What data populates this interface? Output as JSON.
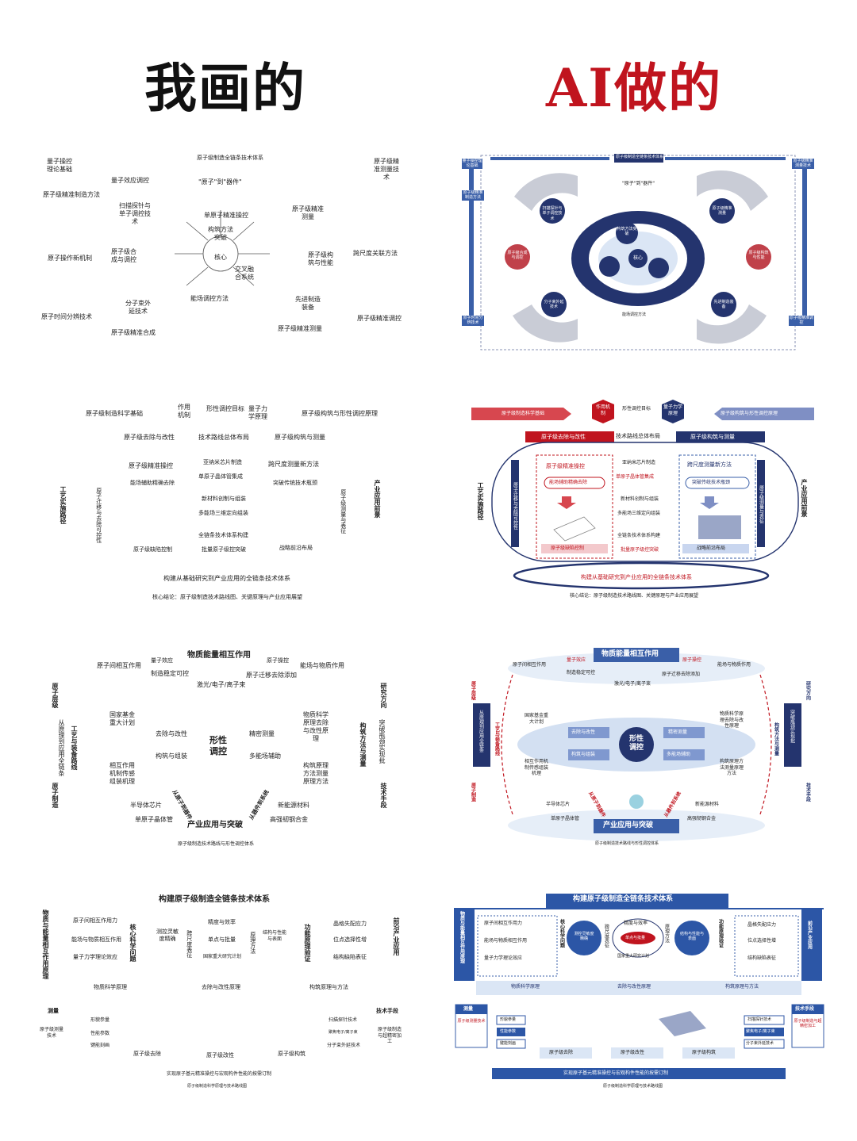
{
  "headers": {
    "left": "我画的",
    "right": "AI做的"
  },
  "colors": {
    "navy": "#24346e",
    "blue": "#3a5fa8",
    "red": "#c0141e",
    "lightblue": "#dbe6f5",
    "grey": "#c9ccd6"
  },
  "p1": {
    "title": "原子级制造全链条技术体系",
    "tl": "量子操控理论基础",
    "tr": "原子级精准测量技术",
    "l1": "原子级精准制造方法",
    "l2": "原子操作新机制",
    "l3": "原子时间分辨技术",
    "r1": "原子级精准测量",
    "r2": "跨尺度关联方法",
    "r3": "原子级精准调控",
    "bl": "原子级精准合成",
    "br": "原子级精准测量",
    "c_topleft": "量子效应调控",
    "c_topright": "\"原子\"到\"器件\"",
    "ring1": "扫描探针与单子调控技术",
    "ring2": "单原子精准操控",
    "core": "核心",
    "mech": "构筑方法突破",
    "cross": "交叉融合系统",
    "left_mid": "原子级合成与调控",
    "right_mid": "原子级构筑与性能",
    "bot1": "分子束外延技术",
    "bot2": "能场调控方法",
    "bot3": "先进制造装备"
  },
  "p2": {
    "arrow_left": "原子级制造科学基础",
    "node1": "作用机制",
    "mid_top": "形性调控目标",
    "node2": "量子力学原理",
    "arrow_right": "原子级构筑与形性调控原理",
    "bar_left": "原子级去除与改性",
    "bar_mid": "技术路线总体布局",
    "bar_right": "原子级构筑与测量",
    "side_left": "工艺实施路径",
    "col_left": "原子迁移与去除可控性",
    "side_right": "产业应用前景",
    "col_right": "原子级测量与表征",
    "l1": "原子级精准操控",
    "l2": "能场辅助精确去除",
    "c1": "亚纳米芯片制造",
    "c2": "单原子晶体管集成",
    "c3": "新材料创制与组装",
    "c4": "多能场三维定向组装",
    "c5": "全链条技术体系构建",
    "c6": "批量原子级控突破",
    "r1": "跨尺度测量新方法",
    "r2": "突破传统技术瓶颈",
    "lb": "原子级缺陷控制",
    "rb": "战略前沿布局",
    "ellipse": "构建从基础研究到产业应用的全链条技术体系",
    "foot": "核心结论：原子级制造技术路线图、关键原理与产业应用展望"
  },
  "p3": {
    "top": "物质能量相互作用",
    "t_left": "原子间相互作用",
    "t_q": "量子效应",
    "t_r": "原子操控",
    "t_right": "能场与物质作用",
    "t_m1": "制造稳定可控",
    "t_m2": "原子迁移去除添加",
    "t_m3": "激光/电子/离子束",
    "v_l_out": "原子层级",
    "v_l_in1": "从原理到应用全链条",
    "v_l_in2": "工艺与装备路线",
    "v_r_out": "研究方向",
    "v_r_in1": "突破瓶颈实现批",
    "v_r_in2": "构筑方法与测量",
    "l1": "国家基金重大计划",
    "l2": "相互作用机制传感组装机理",
    "center": "形性调控",
    "c1": "去除与改性",
    "c2": "精密测量",
    "c3": "构筑与组装",
    "c4": "多能场辅助",
    "r1": "物质科学原理去除与改性原理",
    "r2": "构筑原理方法测量原理方法",
    "b1": "半导体芯片",
    "b2": "单原子晶体管",
    "b3": "新能源材料",
    "b4": "高强韧钢合金",
    "bottom": "产业应用与突破",
    "v_bl": "原子制造",
    "v_br": "技术手段",
    "diag_l": "从原子到器件",
    "diag_r": "从器件到系统",
    "foot": "原子级制造技术路线与形性调控体系"
  },
  "p4": {
    "title": "构建原子级制造全链条技术体系",
    "v_left": "物质与能量相互作用原理",
    "v_right": "前沿产业应用",
    "l1": "原子间相互作用力",
    "l2": "能场与物质相互作用",
    "l3": "量子力学理论效应",
    "v_mid1": "核心科学问题",
    "m1": "测控灵敏度精确",
    "v_mid2": "跨尺度表征",
    "m2": "精度与效率",
    "m3": "单点与批量",
    "m4": "国家重大研究计划",
    "v_mid3": "原理方法",
    "m5": "结构与性能与表面",
    "v_mid4": "功能原理验证",
    "r1": "晶格失配应力",
    "r2": "位点选择性增",
    "r3": "结构缺陷表征",
    "s1": "物质科学原理",
    "s2": "去除与改性原理",
    "s3": "构筑原理与方法",
    "b_left_h": "测量",
    "b_left": "原子级测量技术",
    "b_right_h": "技术手段",
    "b_right": "原子级制造与超精密加工",
    "p1": "形貌参量",
    "p2": "性能参数",
    "p3": "键能刻画",
    "f1": "原子级去除",
    "f2": "原子级改性",
    "f3": "原子级构筑",
    "q1": "扫描探针技术",
    "q2": "聚焦电子/离子束",
    "q3": "分子束外延技术",
    "bar": "实现原子基元精准操控与宏观构件性能的按需订制",
    "foot": "原子级制造科学原理与技术路线图"
  }
}
